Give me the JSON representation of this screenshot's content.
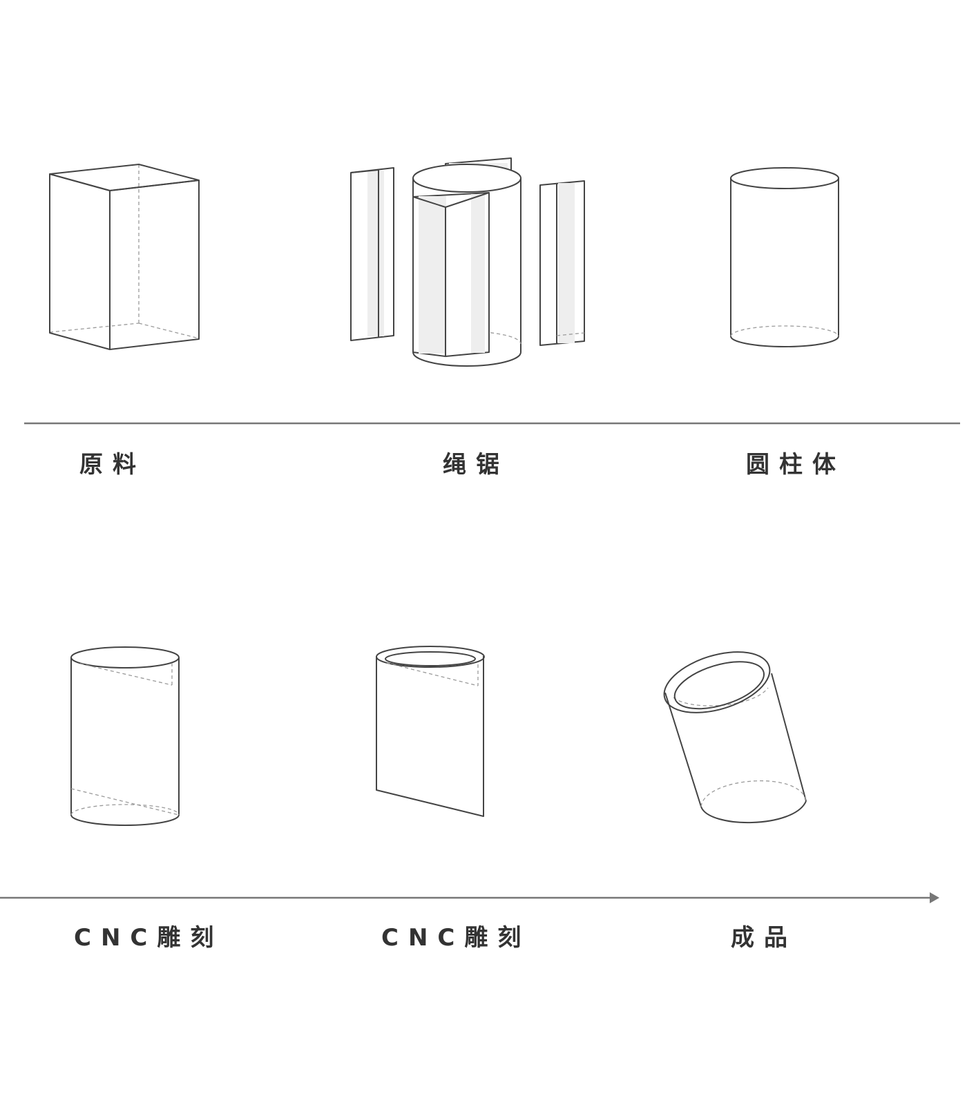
{
  "steps": [
    {
      "label": "原料"
    },
    {
      "label": "绳锯"
    },
    {
      "label": "圆柱体"
    },
    {
      "label": "CNC雕刻"
    },
    {
      "label": "CNC雕刻"
    },
    {
      "label": "成品"
    }
  ]
}
